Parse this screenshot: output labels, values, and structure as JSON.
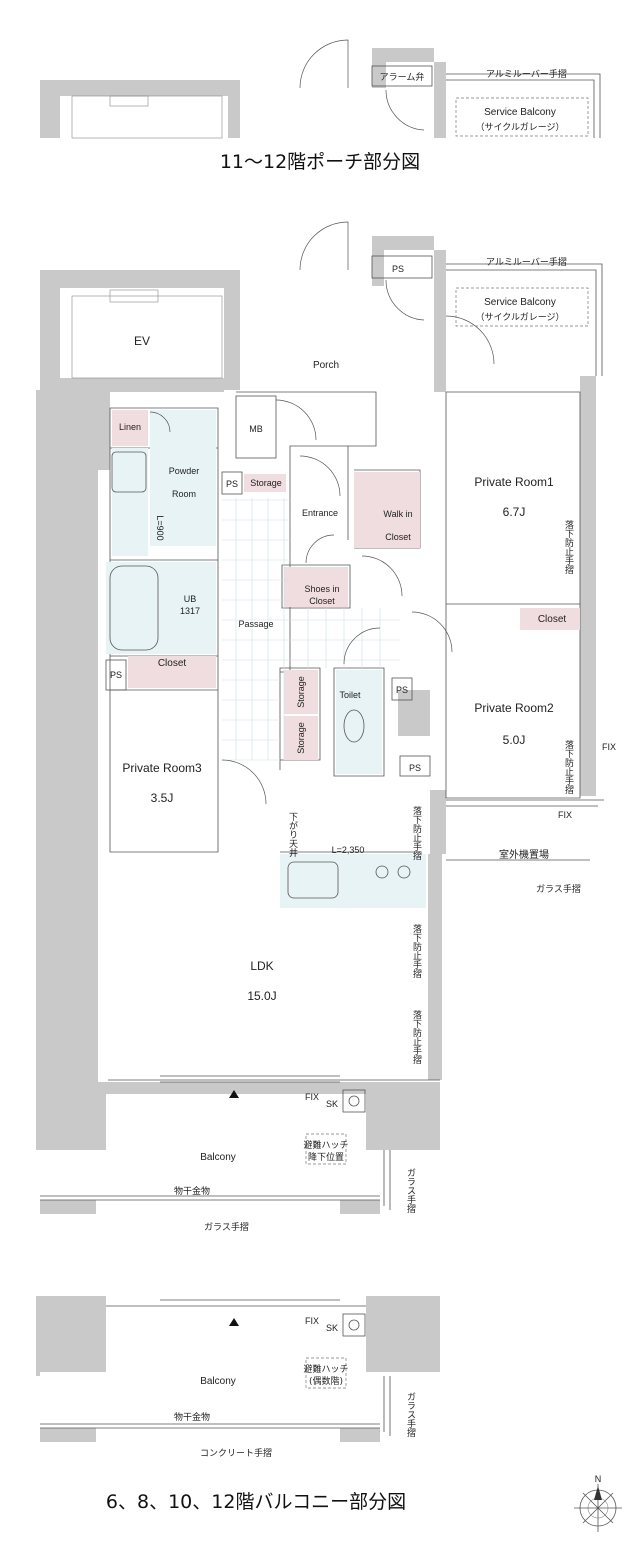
{
  "porch_plan": {
    "title": "11〜12階ポーチ部分図",
    "alarm_valve": "アラーム弁",
    "railing": "アルミルーバー手摺",
    "service_balcony": "Service Balcony",
    "service_balcony_sub": "（サイクルガレージ）"
  },
  "main_plan": {
    "ps": "PS",
    "railing_louver": "アルミルーバー手摺",
    "service_balcony": "Service Balcony",
    "service_balcony_sub": "（サイクルガレージ）",
    "ev": "EV",
    "porch": "Porch",
    "mb": "MB",
    "linen": "Linen",
    "powder_room_1": "Powder",
    "powder_room_2": "Room",
    "storage": "Storage",
    "entrance": "Entrance",
    "walk_in_1": "Walk in",
    "walk_in_2": "Closet",
    "l900": "L=900",
    "ub": "UB",
    "ub_size": "1317",
    "shoes_1": "Shoes in",
    "shoes_2": "Closet",
    "passage": "Passage",
    "closet": "Closet",
    "toilet": "Toilet",
    "storage_v": "Storage",
    "pr1_name": "Private Room1",
    "pr1_size": "6.7J",
    "pr2_name": "Private Room2",
    "pr2_size": "5.0J",
    "pr3_name": "Private Room3",
    "pr3_size": "3.5J",
    "fall_prevention": "落下防止手摺",
    "fix": "FIX",
    "outdoor_unit": "室外機置場",
    "glass_railing": "ガラス手摺",
    "lowered_ceiling": "下がり天井",
    "kitchen_length": "L=2,350",
    "ldk_name": "LDK",
    "ldk_size": "15.0J",
    "sk": "SK",
    "balcony": "Balcony",
    "hatch_1": "避難ハッチ",
    "hatch_2": "降下位置",
    "drying_hardware": "物干金物"
  },
  "balcony_plan": {
    "title": "6、8、10、12階バルコニー部分図",
    "fix": "FIX",
    "sk": "SK",
    "balcony": "Balcony",
    "hatch_1": "避難ハッチ",
    "hatch_2": "(偶数階)",
    "drying_hardware": "物干金物",
    "glass_railing": "ガラス手摺",
    "concrete_railing": "コンクリート手摺"
  },
  "compass": {
    "north": "N"
  },
  "colors": {
    "wall": "#c9c9c9",
    "closet": "#f0dde0",
    "wet_area": "#e8f3f6"
  }
}
